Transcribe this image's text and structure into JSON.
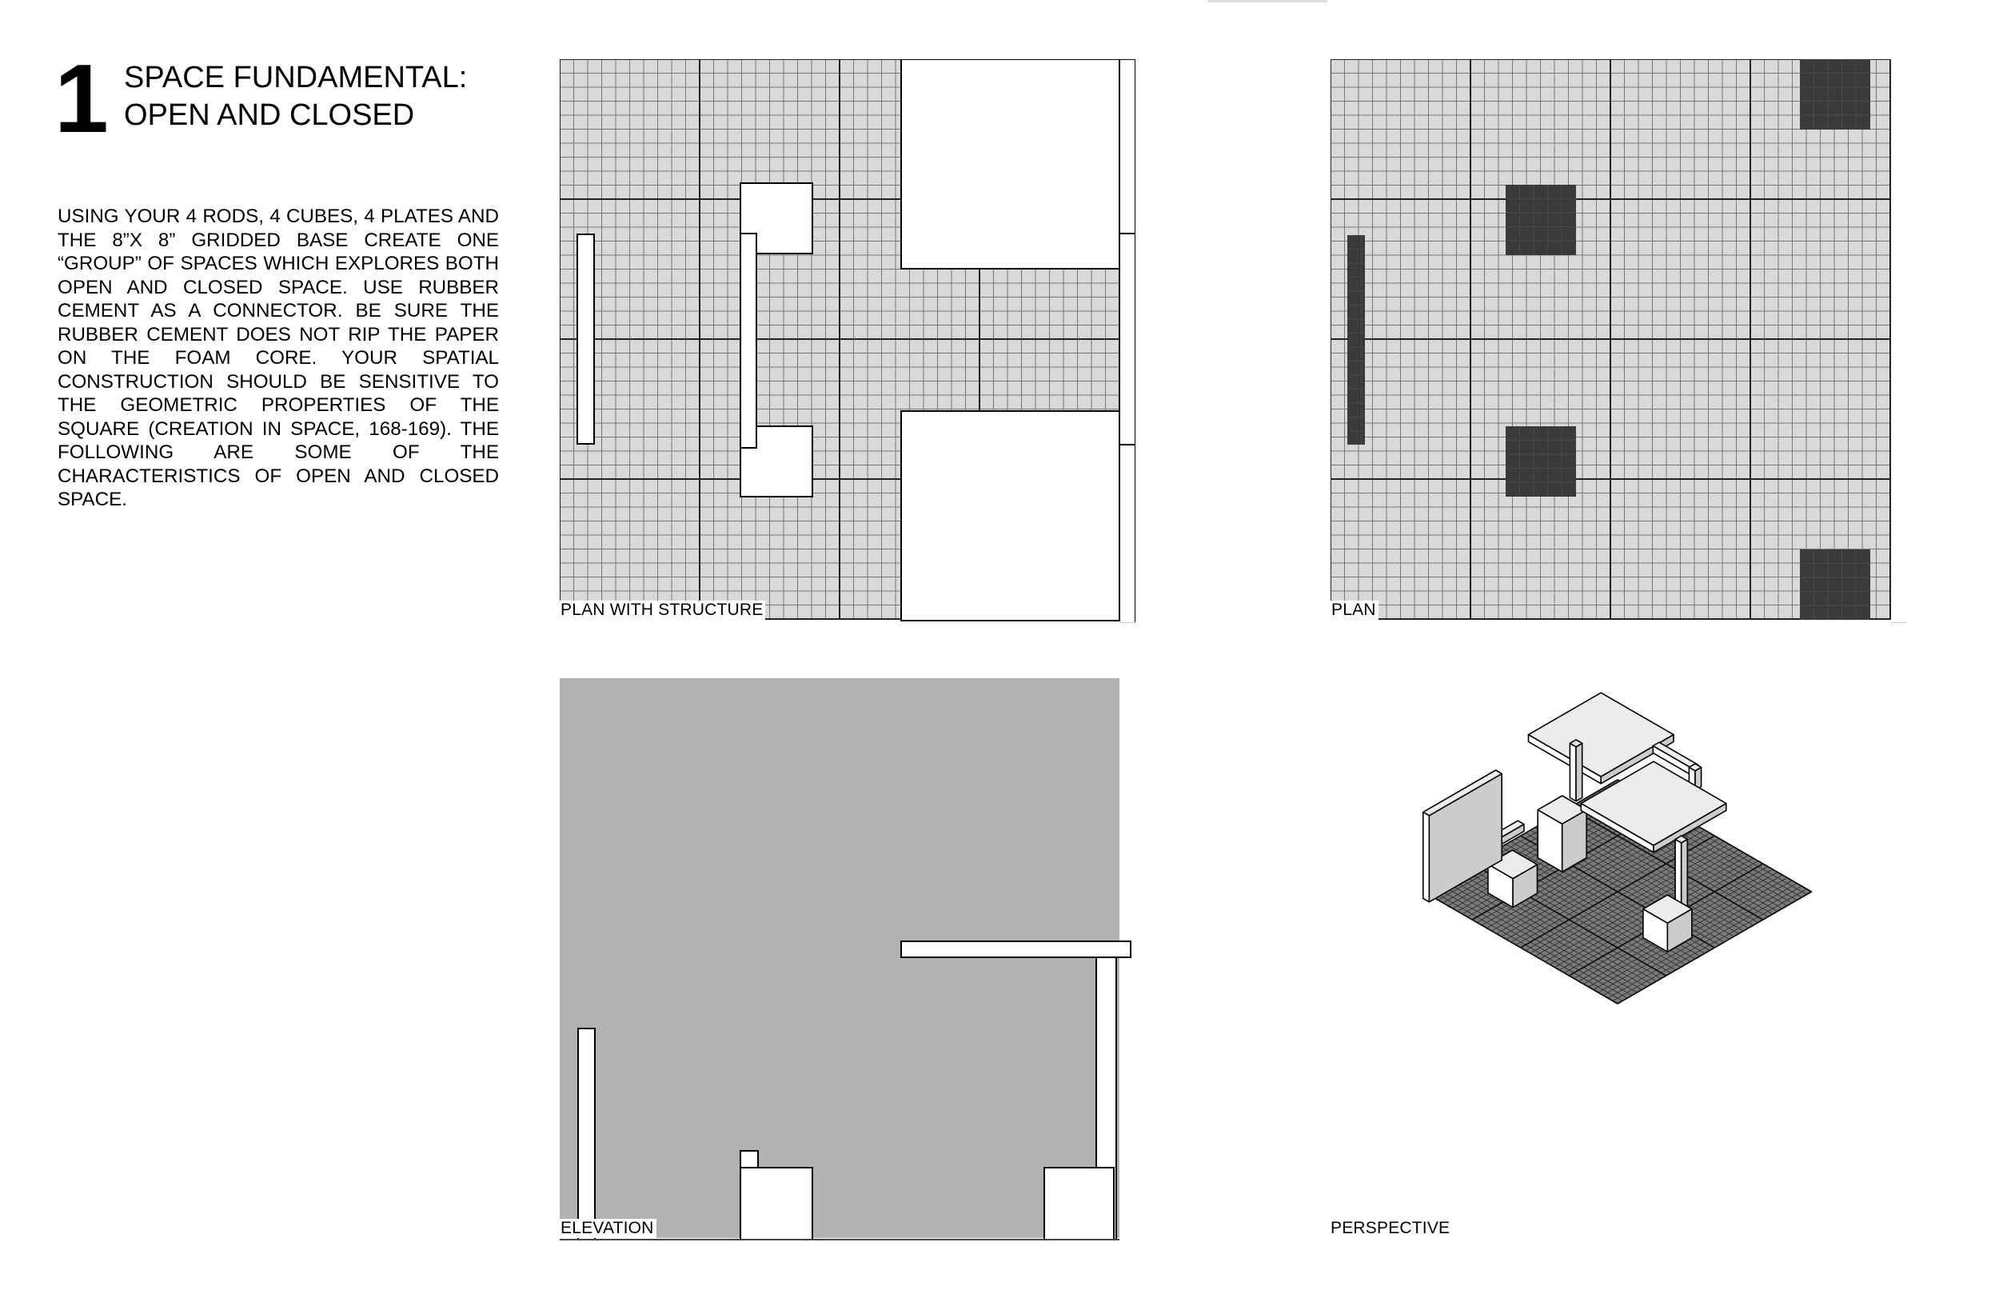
{
  "header": {
    "number": "1",
    "title": "SPACE FUNDAMENTAL:\nOPEN AND CLOSED"
  },
  "description": "USING YOUR 4 RODS, 4 CUBES, 4 PLATES AND THE 8”X 8” GRIDDED BASE CREATE ONE “GROUP” OF SPACES WHICH EXPLORES BOTH OPEN AND CLOSED SPACE.  USE RUBBER CEMENT AS A CONNECTOR. BE SURE THE RUBBER CEMENT DOES NOT RIP THE PAPER ON THE FOAM CORE. YOUR SPATIAL CONSTRUCTION SHOULD BE SENSITIVE TO THE GEOMETRIC PROPERTIES OF THE SQUARE (CREATION IN SPACE, 168-169). THE FOLLOWING ARE SOME OF THE CHARACTERISTICS OF OPEN AND CLOSED SPACE.",
  "panels": {
    "plan_with_structure": {
      "label": "PLAN WITH STRUCTURE"
    },
    "plan": {
      "label": "PLAN"
    },
    "elevation": {
      "label": "ELEVATION"
    },
    "perspective": {
      "label": "PERSPECTIVE"
    }
  },
  "colors": {
    "grid_fill": "#d9d9d9",
    "grid_line": "#777777",
    "major_line": "#222222",
    "solid_block": "#3a3a3a",
    "elevation_fill": "#b2b2b2",
    "iso_top": "#ececec",
    "iso_left": "#ffffff",
    "iso_right": "#cccccc",
    "iso_floor": "#7a7a7a"
  }
}
